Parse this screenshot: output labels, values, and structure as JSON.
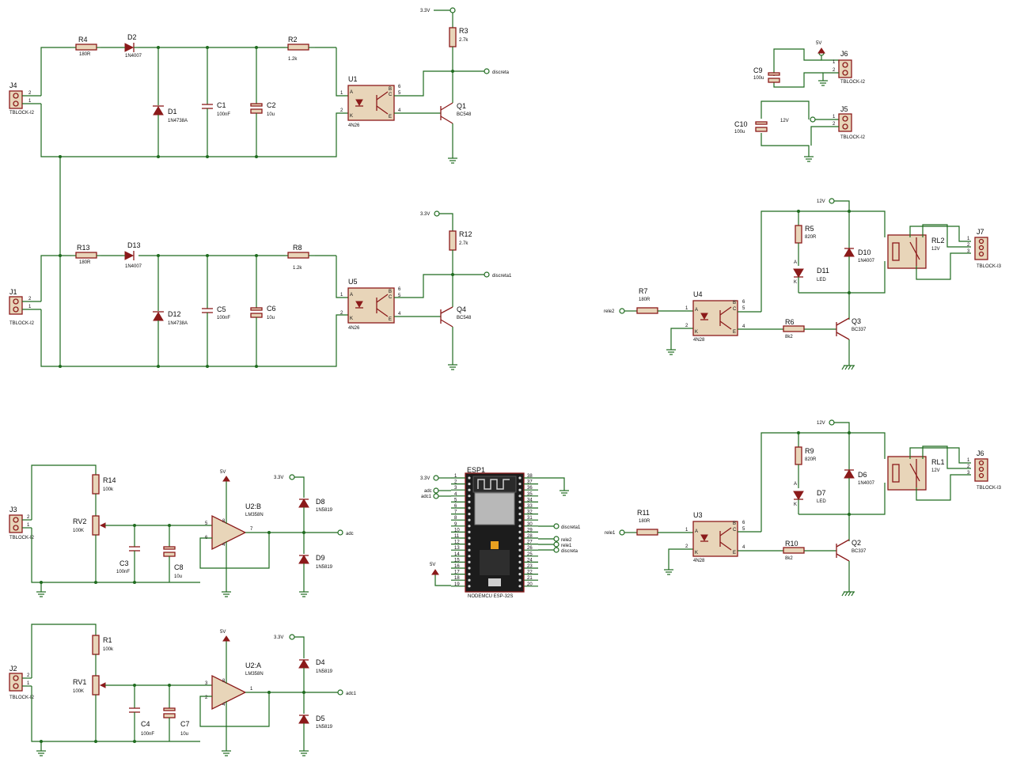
{
  "components": {
    "J4": {
      "ref": "J4",
      "val": "TBLOCK-I2"
    },
    "J1": {
      "ref": "J1",
      "val": "TBLOCK-I2"
    },
    "J3": {
      "ref": "J3",
      "val": "TBLOCK-I2"
    },
    "J2": {
      "ref": "J2",
      "val": "TBLOCK-I2"
    },
    "J5": {
      "ref": "J5",
      "val": "TBLOCK-I2"
    },
    "J6a": {
      "ref": "J6",
      "val": "TBLOCK-I2"
    },
    "J6b": {
      "ref": "J6",
      "val": "TBLOCK-I3"
    },
    "J7": {
      "ref": "J7",
      "val": "TBLOCK-I3"
    },
    "R4": {
      "ref": "R4",
      "val": "180R"
    },
    "R13": {
      "ref": "R13",
      "val": "180R"
    },
    "R2": {
      "ref": "R2",
      "val": "1.2k"
    },
    "R8": {
      "ref": "R8",
      "val": "1.2k"
    },
    "R3": {
      "ref": "R3",
      "val": "2.7k"
    },
    "R12": {
      "ref": "R12",
      "val": "2.7k"
    },
    "R5": {
      "ref": "R5",
      "val": "820R"
    },
    "R9": {
      "ref": "R9",
      "val": "820R"
    },
    "R7": {
      "ref": "R7",
      "val": "180R"
    },
    "R11": {
      "ref": "R11",
      "val": "180R"
    },
    "R6": {
      "ref": "R6",
      "val": "8k2"
    },
    "R10": {
      "ref": "R10",
      "val": "8k2"
    },
    "R14": {
      "ref": "R14",
      "val": "100k"
    },
    "R1": {
      "ref": "R1",
      "val": "100k"
    },
    "RV2": {
      "ref": "RV2",
      "val": "100K"
    },
    "RV1": {
      "ref": "RV1",
      "val": "100K"
    },
    "D2": {
      "ref": "D2",
      "val": "1N4007"
    },
    "D13": {
      "ref": "D13",
      "val": "1N4007"
    },
    "D1": {
      "ref": "D1",
      "val": "1N4738A"
    },
    "D12": {
      "ref": "D12",
      "val": "1N4738A"
    },
    "D10": {
      "ref": "D10",
      "val": "1N4007"
    },
    "D6": {
      "ref": "D6",
      "val": "1N4007"
    },
    "D11": {
      "ref": "D11",
      "val": "LED"
    },
    "D7": {
      "ref": "D7",
      "val": "LED"
    },
    "D8": {
      "ref": "D8",
      "val": "1N5819"
    },
    "D9": {
      "ref": "D9",
      "val": "1N5819"
    },
    "D4": {
      "ref": "D4",
      "val": "1N5819"
    },
    "D5": {
      "ref": "D5",
      "val": "1N5819"
    },
    "C1": {
      "ref": "C1",
      "val": "100nF"
    },
    "C5": {
      "ref": "C5",
      "val": "100nF"
    },
    "C2": {
      "ref": "C2",
      "val": "10u"
    },
    "C6": {
      "ref": "C6",
      "val": "10u"
    },
    "C3": {
      "ref": "C3",
      "val": "100nF"
    },
    "C4": {
      "ref": "C4",
      "val": "100nF"
    },
    "C8": {
      "ref": "C8",
      "val": "10u"
    },
    "C7": {
      "ref": "C7",
      "val": "10u"
    },
    "C9": {
      "ref": "C9",
      "val": "100u"
    },
    "C10": {
      "ref": "C10",
      "val": "100u"
    },
    "U1": {
      "ref": "U1",
      "val": "4N26"
    },
    "U5": {
      "ref": "U5",
      "val": "4N26"
    },
    "U4": {
      "ref": "U4",
      "val": "4N28"
    },
    "U3": {
      "ref": "U3",
      "val": "4N28"
    },
    "Q1": {
      "ref": "Q1",
      "val": "BC548"
    },
    "Q4": {
      "ref": "Q4",
      "val": "BC548"
    },
    "Q3": {
      "ref": "Q3",
      "val": "BC337"
    },
    "Q2": {
      "ref": "Q2",
      "val": "BC337"
    },
    "U2B": {
      "ref": "U2:B",
      "val": "LM358N"
    },
    "U2A": {
      "ref": "U2:A",
      "val": "LM358N"
    },
    "RL2": {
      "ref": "RL2",
      "val": "12V"
    },
    "RL1": {
      "ref": "RL1",
      "val": "12V"
    },
    "ESP1": {
      "ref": "ESP1",
      "val": "NODEMCU ESP-32S"
    }
  },
  "nets": {
    "v33": "3.3V",
    "v5": "5V",
    "v12": "12V",
    "discreta": "discreta",
    "discreta1": "discreta1",
    "adc": "adc",
    "adc1": "adc1",
    "rele1": "rele1",
    "rele2": "rele2"
  },
  "esp_pins_left": [
    "1",
    "2",
    "3",
    "4",
    "5",
    "6",
    "7",
    "8",
    "9",
    "10",
    "11",
    "12",
    "13",
    "14",
    "15",
    "16",
    "17",
    "18",
    "19"
  ],
  "esp_pins_right": [
    "38",
    "37",
    "36",
    "35",
    "34",
    "33",
    "32",
    "31",
    "30",
    "29",
    "28",
    "27",
    "26",
    "25",
    "24",
    "23",
    "22",
    "21",
    "20"
  ],
  "pins": {
    "n1": "1",
    "n2": "2",
    "n3": "3",
    "n4": "4",
    "n5": "5",
    "n6": "6",
    "n7": "7",
    "n8": "8",
    "A": "A",
    "K": "K",
    "B": "B",
    "C": "C",
    "E": "E"
  }
}
